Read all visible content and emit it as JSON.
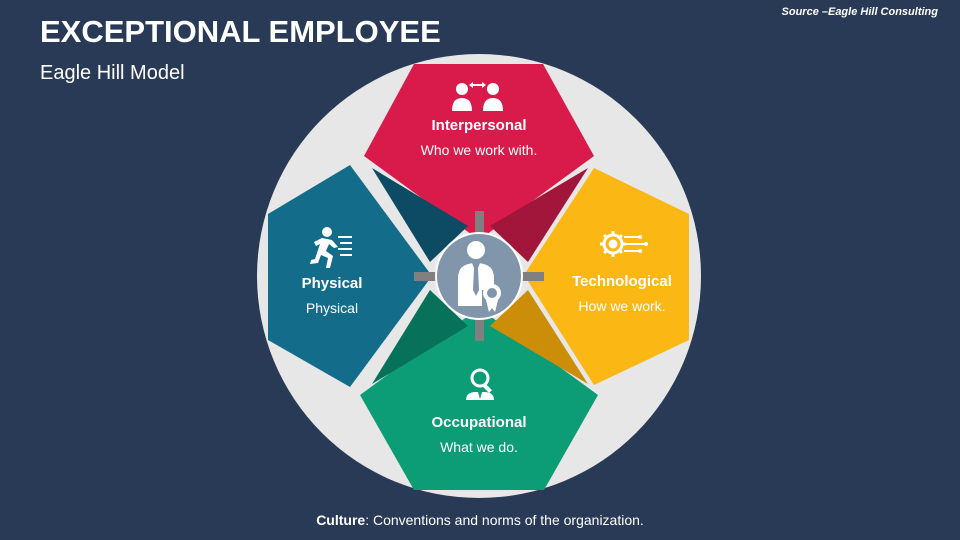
{
  "header": {
    "title": "EXCEPTIONAL EMPLOYEE",
    "subtitle": "Eagle Hill Model",
    "source": "Source –Eagle Hill Consulting"
  },
  "segments": {
    "interpersonal": {
      "title": "Interpersonal",
      "desc": "Who we work with.",
      "color": "#d81b4a",
      "icon": "people-exchange-icon"
    },
    "technological": {
      "title": "Technological",
      "desc": "How we work.",
      "color": "#fbb713",
      "icon": "gear-circuit-icon"
    },
    "occupational": {
      "title": "Occupational",
      "desc": "What we do.",
      "color": "#0c9c76",
      "icon": "magnifier-person-icon"
    },
    "physical": {
      "title": "Physical",
      "desc": "Physical",
      "color": "#136d8a",
      "icon": "running-person-icon"
    }
  },
  "center": {
    "icon": "employee-award-icon",
    "color": "#8195ab"
  },
  "footer": {
    "label": "Culture",
    "text": ": Conventions and norms of the organization."
  }
}
